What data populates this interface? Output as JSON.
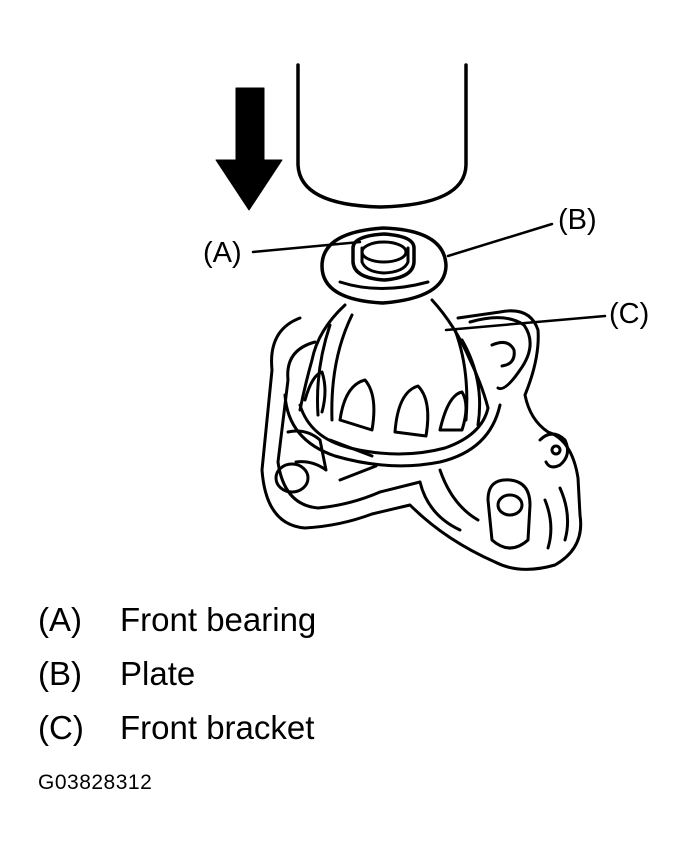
{
  "callouts": {
    "a": "(A)",
    "b": "(B)",
    "c": "(C)"
  },
  "legend": [
    {
      "key": "(A)",
      "text": "Front bearing"
    },
    {
      "key": "(B)",
      "text": "Plate"
    },
    {
      "key": "(C)",
      "text": "Front bracket"
    }
  ],
  "figure_code": "G03828312",
  "colors": {
    "ink": "#000000",
    "paper": "#ffffff"
  }
}
